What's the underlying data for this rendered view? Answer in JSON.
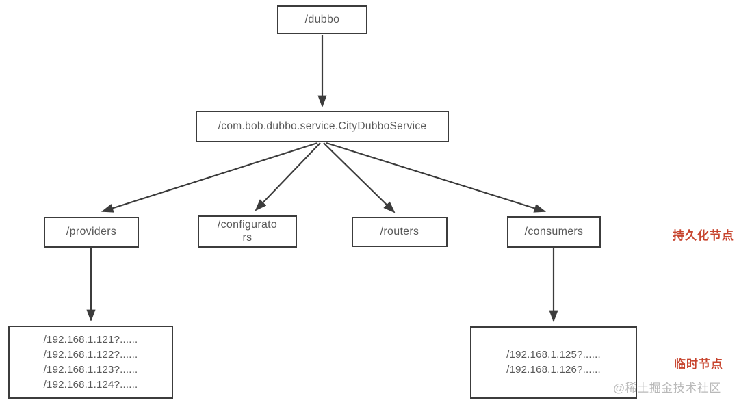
{
  "nodes": {
    "root": "/dubbo",
    "service": "/com.bob.dubbo.service.CityDubboService",
    "providers": "/providers",
    "configurators": "/configurators",
    "routers": "/routers",
    "consumers": "/consumers"
  },
  "provider_addresses": [
    "/192.168.1.121?......",
    "/192.168.1.122?......",
    "/192.168.1.123?......",
    "/192.168.1.124?......"
  ],
  "consumer_addresses": [
    "/192.168.1.125?......",
    "/192.168.1.126?......"
  ],
  "annotations": {
    "persistent_label": "持久化节点",
    "ephemeral_label": "临时节点"
  },
  "watermark": "@稀土掘金技术社区",
  "colors": {
    "line": "#3c3c3c",
    "annotation_red": "#c7442e",
    "watermark_gray": "#b9b9b9"
  }
}
